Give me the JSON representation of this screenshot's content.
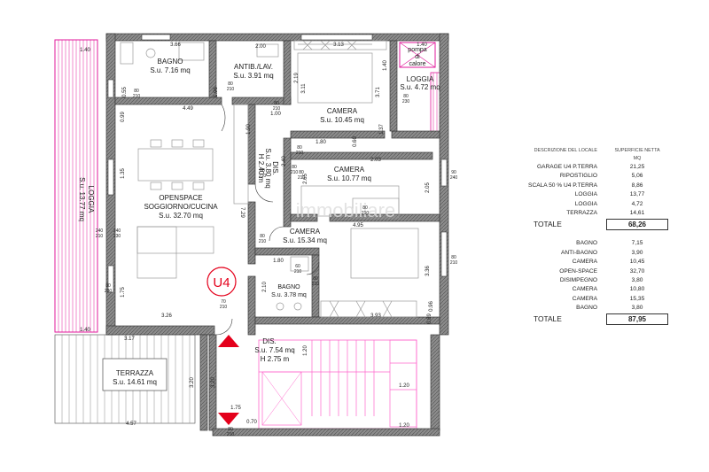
{
  "plan": {
    "rooms": {
      "bagno": {
        "name": "BAGNO",
        "area": "S.u. 7.16 mq"
      },
      "antibagno": {
        "name": "ANTIB./LAV.",
        "area": "S.u. 3.91 mq"
      },
      "camera1": {
        "name": "CAMERA",
        "area": "S.u. 10.45 mq"
      },
      "loggia_small": {
        "name": "LOGGIA",
        "area": "S.u. 4.72 mq"
      },
      "pompa": {
        "line1": "pompa",
        "line2": "di",
        "line3": "calore"
      },
      "camera2": {
        "name": "CAMERA",
        "area": "S.u. 10.77 mq"
      },
      "dis1": {
        "line1": "DIS.",
        "line2": "S.u. 3.80 mq",
        "line3": "H 2.40 m"
      },
      "openspace": {
        "line1": "OPENSPACE",
        "line2": "SOGGIORNO/CUCINA",
        "line3": "S.u. 32.70 mq"
      },
      "loggia_big": {
        "name": "LOGGIA",
        "area": "S.u. 13.77 mq"
      },
      "camera3": {
        "name": "CAMERA",
        "area": "S.u. 15.34 mq"
      },
      "bagno2": {
        "name": "BAGNO",
        "area": "S.u. 3.78 mq"
      },
      "dis2": {
        "line1": "DIS.",
        "line2": "S.u. 7.54 mq",
        "line3": "H 2.75 m"
      },
      "terrazza": {
        "name": "TERRAZZA",
        "area": "S.u. 14.61 mq"
      }
    },
    "unit_label": "U4",
    "watermark": "immobiliare",
    "dimensions": [
      "1.40",
      "3.66",
      "2.00",
      "3.13",
      "1.40",
      "0.55",
      "1.96",
      "2.19",
      "3.11",
      "3.71",
      "1.40",
      "0.99",
      "4.49",
      "1.00",
      "1.90",
      "1.80",
      "0.60",
      "1.37",
      "1.35",
      "2.40",
      "2.65",
      "2.03",
      "2.05",
      "7.29",
      "4.95",
      "1.80",
      "2.10",
      "1.75",
      "3.26",
      "3.36",
      "0.96",
      "3.93",
      "1.40",
      "3.17",
      "1.20",
      "3.20",
      "3.20",
      "1.20",
      "1.75",
      "0.70",
      "4.57",
      "1.20",
      "0.89"
    ],
    "door_tags": [
      "80",
      "210",
      "80",
      "210",
      "80",
      "210",
      "80",
      "210",
      "80",
      "210",
      "80",
      "210",
      "80",
      "230",
      "80",
      "210",
      "60",
      "210",
      "80",
      "210",
      "80",
      "210",
      "80",
      "210",
      "240",
      "210",
      "240",
      "230",
      "80",
      "230",
      "70",
      "210",
      "80",
      "210",
      "80",
      "210",
      "90",
      "240"
    ]
  },
  "table": {
    "col1_header": "DESCRIZIONE DEL LOCALE",
    "col2_header": "SUPERFICIE NETTA",
    "col2_unit": "MQ",
    "group1": [
      {
        "label": "GARAGE U4 P.TERRA",
        "value": "21,25"
      },
      {
        "label": "RIPOSTIGLIO",
        "value": "5,06"
      },
      {
        "label": "SCALA 50 % U4 P.TERRA",
        "value": "8,86"
      },
      {
        "label": "LOGGIA",
        "value": "13,77"
      },
      {
        "label": "LOGGIA",
        "value": "4,72"
      },
      {
        "label": "TERRAZZA",
        "value": "14,61"
      }
    ],
    "total1": {
      "label": "TOTALE",
      "value": "68,26"
    },
    "group2": [
      {
        "label": "BAGNO",
        "value": "7,15"
      },
      {
        "label": "ANTI-BAGNO",
        "value": "3,90"
      },
      {
        "label": "CAMERA",
        "value": "10,45"
      },
      {
        "label": "OPEN-SPACE",
        "value": "32,70"
      },
      {
        "label": "DISIMPEGNO",
        "value": "3,80"
      },
      {
        "label": "CAMERA",
        "value": "10,80"
      },
      {
        "label": "CAMERA",
        "value": "15,35"
      },
      {
        "label": "BAGNO",
        "value": "3,80"
      }
    ],
    "total2": {
      "label": "TOTALE",
      "value": "87,95"
    }
  },
  "colors": {
    "wall": "#4a4a4a",
    "wall_fill": "#8c8c8c",
    "magenta": "#e2189b",
    "stair": "#ff66cc",
    "arrow": "#e4001b",
    "furniture": "#9a9a9a",
    "unit_circle": "#e4001b"
  }
}
